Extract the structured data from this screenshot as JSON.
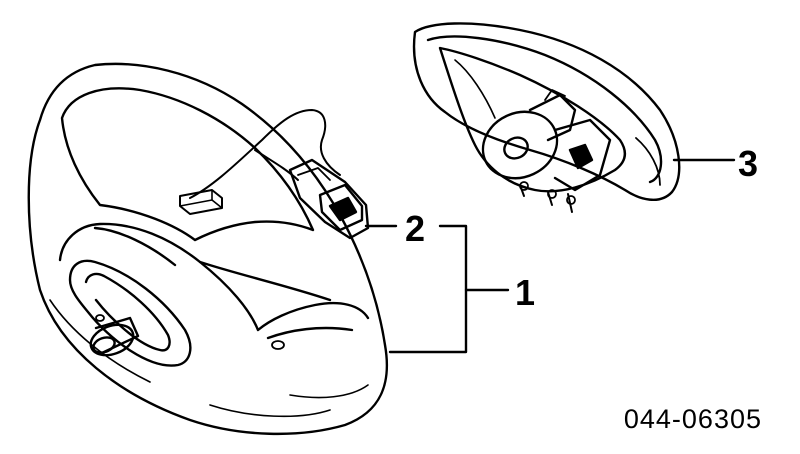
{
  "diagram": {
    "callouts": {
      "part_1": "1",
      "part_2": "2",
      "part_3": "3"
    },
    "reference_number": "044-06305"
  },
  "colors": {
    "line": "#000000",
    "background": "#ffffff"
  }
}
